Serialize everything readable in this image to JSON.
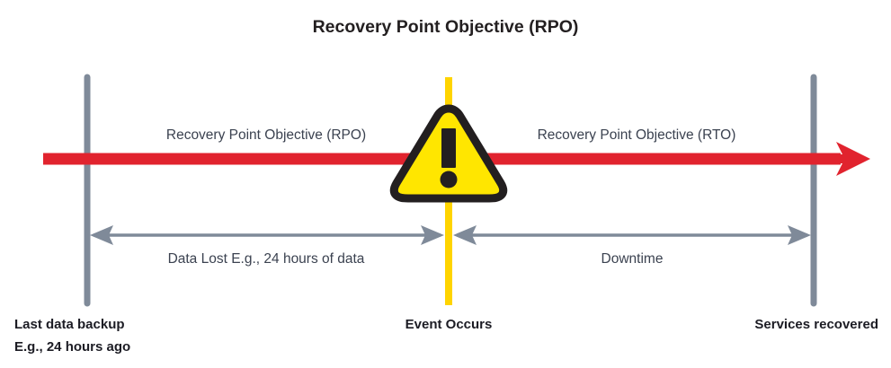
{
  "diagram": {
    "title": "Recovery Point Objective (RPO)",
    "type": "timeline-diagram",
    "colors": {
      "timeline_red": "#E1232E",
      "event_yellow": "#FFD400",
      "marker_gray": "#7F8A99",
      "arrow_gray": "#7F8A99",
      "text_dark": "#231f20",
      "label_text": "#3b4250",
      "warning_fill": "#FFE600",
      "warning_outline": "#231f20",
      "background": "#FFFFFF"
    },
    "phase_labels": {
      "left": "Recovery Point Objective (RPO)",
      "right": "Recovery Point Objective (RTO)"
    },
    "span_labels": {
      "left": "Data Lost E.g., 24 hours of data",
      "right": "Downtime"
    },
    "markers": [
      {
        "id": "last-backup",
        "line1": "Last data backup",
        "line2": "E.g., 24 hours ago"
      },
      {
        "id": "event-occurs",
        "line1": "Event Occurs",
        "line2": ""
      },
      {
        "id": "services-recovered",
        "line1": "Services recovered",
        "line2": ""
      }
    ],
    "icons": {
      "warning": "warning-triangle-icon",
      "timeline_arrow": "arrow-right-icon"
    }
  }
}
